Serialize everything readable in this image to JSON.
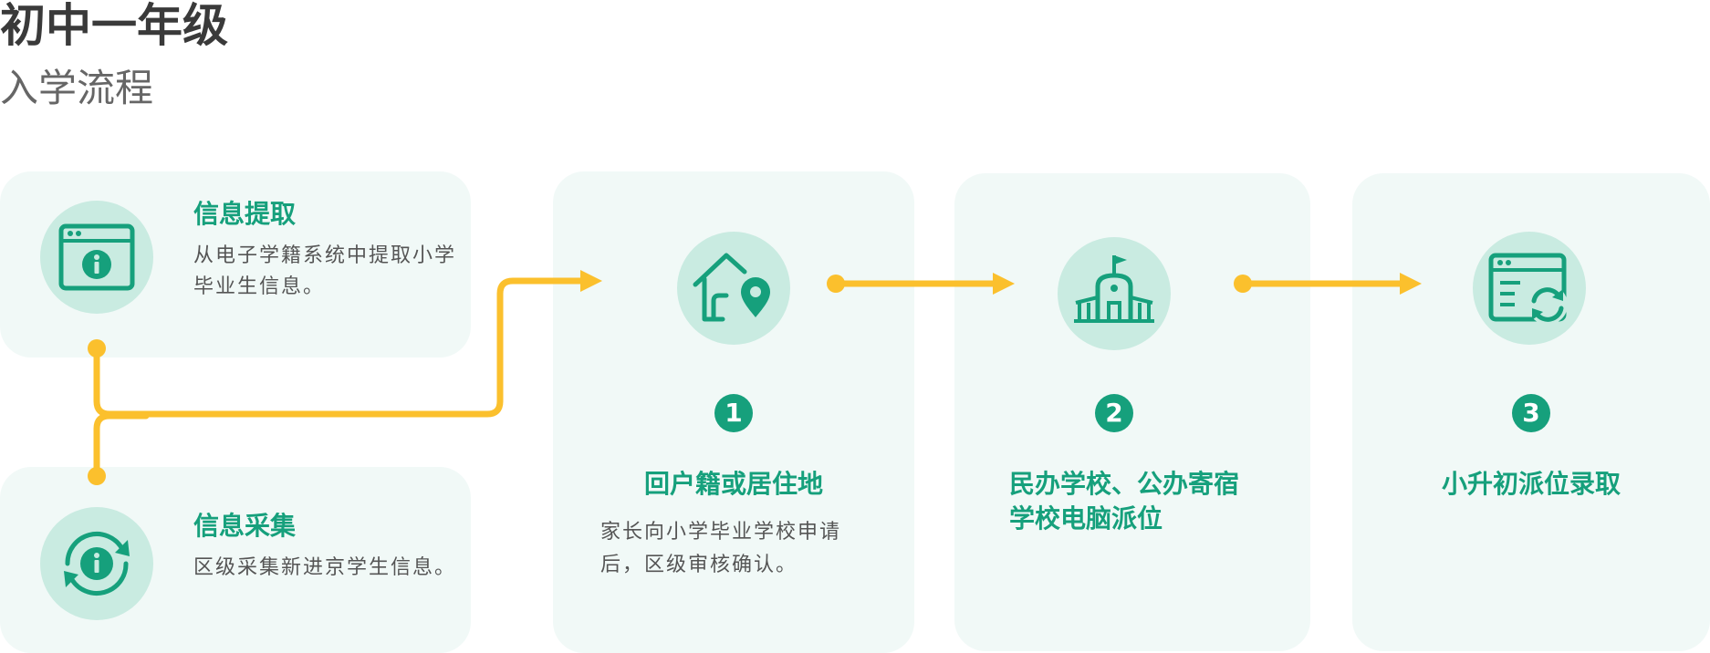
{
  "page": {
    "title": "初中一年级",
    "subtitle": "入学流程"
  },
  "colors": {
    "accent": "#16a07c",
    "icon_bg": "#c9ebe1",
    "card_bg": "#f1f9f7",
    "connector": "#fbc02d"
  },
  "info_cards": [
    {
      "title": "信息提取",
      "description": "从电子学籍系统中提取小学毕业生信息。",
      "icon": "browser-info-icon"
    },
    {
      "title": "信息采集",
      "description": "区级采集新进京学生信息。",
      "icon": "refresh-info-icon"
    }
  ],
  "steps": [
    {
      "number": "1",
      "title": "回户籍或居住地",
      "description": "家长向小学毕业学校申请后，区级审核确认。",
      "icon": "home-location-icon"
    },
    {
      "number": "2",
      "title": "民办学校、公办寄宿学校电脑派位",
      "description": "",
      "icon": "school-icon"
    },
    {
      "number": "3",
      "title": "小升初派位录取",
      "description": "",
      "icon": "browser-sync-icon"
    }
  ]
}
